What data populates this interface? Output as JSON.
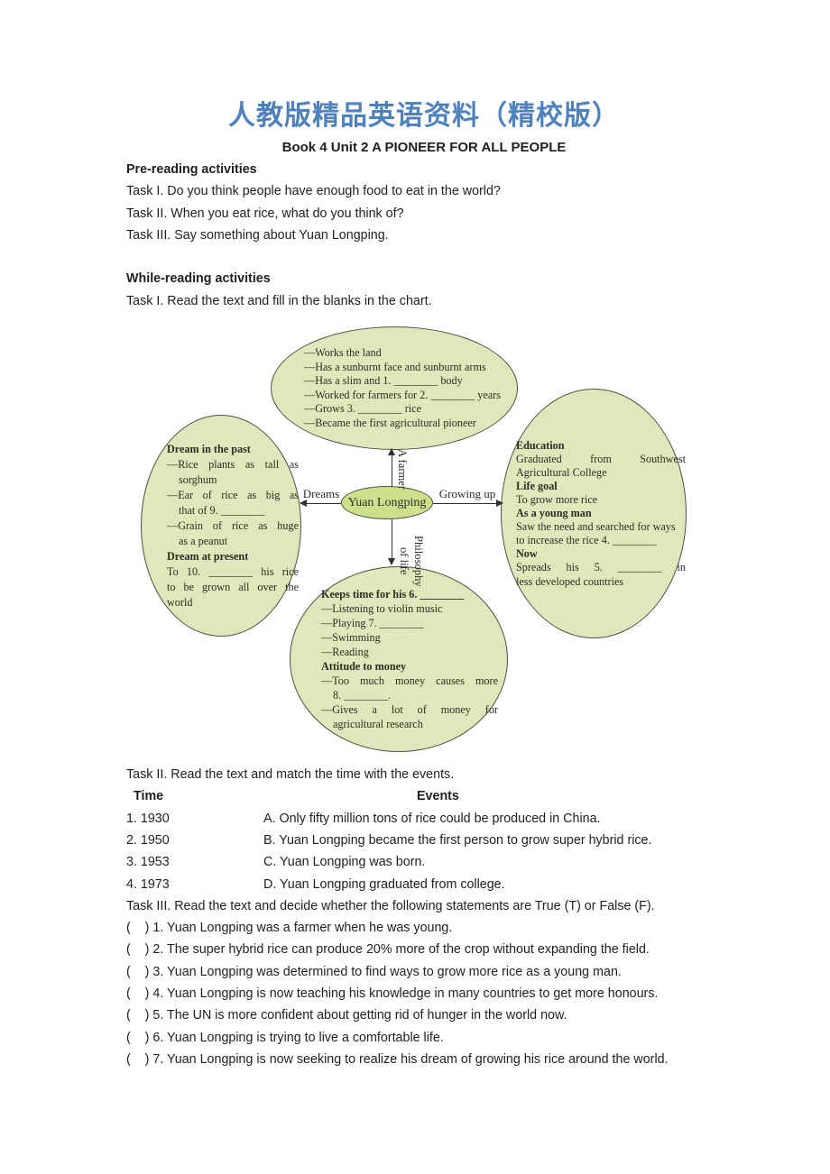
{
  "colors": {
    "title_blue": "#4f81bd",
    "ellipse_fill": "#dfe8ba",
    "center_ellipse_fill": "#cde08b",
    "ellipse_border": "#4f4f45",
    "body_text": "#1f1f1f"
  },
  "header": {
    "title": "人教版精品英语资料（精校版）",
    "subtitle": "Book 4 Unit 2 A PIONEER FOR ALL PEOPLE"
  },
  "pre_reading": {
    "heading": "Pre-reading activities",
    "tasks": [
      "Task I. Do you think people have enough food to eat in the world?",
      "Task II. When you eat rice, what do you think of?",
      "Task III. Say something about Yuan Longping."
    ]
  },
  "while_reading": {
    "heading": "While-reading activities",
    "task1_intro": "Task I. Read the text and fill in the blanks in the chart."
  },
  "diagram": {
    "center_label": "Yuan Longping",
    "connectors": {
      "top": "A farmer",
      "left": "Dreams",
      "right": "Growing up",
      "bottom_line1": "Philosophy",
      "bottom_line2": "of life"
    },
    "ellipses": {
      "top": {
        "lines": [
          {
            "t": "—Works the land"
          },
          {
            "t": "—Has a sunburnt face and sunburnt arms"
          },
          {
            "t": "—Has a slim and 1. ________ body"
          },
          {
            "t": "—Worked for farmers for 2. ________ years"
          },
          {
            "t": "—Grows 3. ________ rice"
          },
          {
            "t": "—Became the first agricultural pioneer"
          }
        ]
      },
      "left": {
        "lines": [
          {
            "t": "Dream in the past",
            "b": true
          },
          {
            "t": "—Rice plants as tall as",
            "stretch": true
          },
          {
            "t": "sorghum",
            "indent": true
          },
          {
            "t": "—Ear of rice as big as",
            "stretch": true
          },
          {
            "t": "that of 9. ________",
            "indent": true
          },
          {
            "t": "—Grain of rice as huge",
            "stretch": true
          },
          {
            "t": "as a peanut",
            "indent": true
          },
          {
            "t": "Dream at present",
            "b": true
          },
          {
            "t": "To 10. ________ his rice",
            "stretch": true
          },
          {
            "t": "to be grown all over the",
            "stretch": true
          },
          {
            "t": "world"
          }
        ]
      },
      "right": {
        "lines": [
          {
            "t": "Education",
            "b": true
          },
          {
            "t": "Graduated from Southwest",
            "stretch": true
          },
          {
            "t": "Agricultural College"
          },
          {
            "t": "Life goal",
            "b": true
          },
          {
            "t": "To grow more rice"
          },
          {
            "t": "As a young man",
            "b": true
          },
          {
            "t": "Saw the need and searched for ways"
          },
          {
            "t": "to increase the rice 4. ________"
          },
          {
            "t": "Now",
            "b": true
          },
          {
            "t": "Spreads his 5. ________ in",
            "stretch": true
          },
          {
            "t": "less developed countries"
          }
        ]
      },
      "bottom": {
        "lines": [
          {
            "t": "Keeps time for his 6. ________",
            "b": true
          },
          {
            "t": "—Listening to violin music"
          },
          {
            "t": "—Playing 7. ________"
          },
          {
            "t": "—Swimming"
          },
          {
            "t": "—Reading"
          },
          {
            "t": "Attitude to money",
            "b": true
          },
          {
            "t": "—Too much money causes more",
            "stretch": true
          },
          {
            "t": "8. ________.",
            "indent": true
          },
          {
            "t": "—Gives a lot of money for",
            "stretch": true
          },
          {
            "t": "agricultural research",
            "indent": true
          }
        ]
      }
    }
  },
  "task2": {
    "intro": "Task II. Read the text and match the time with the events.",
    "time_header": "Time",
    "events_header": "Events",
    "rows": [
      {
        "time": "1. 1930",
        "event": "A. Only fifty million tons of rice could be produced in China."
      },
      {
        "time": "2. 1950",
        "event": "B. Yuan Longping became the first person to grow super hybrid rice."
      },
      {
        "time": "3. 1953",
        "event": "C. Yuan Longping was born."
      },
      {
        "time": "4. 1973",
        "event": "D. Yuan Longping graduated from college."
      }
    ]
  },
  "task3": {
    "intro": "Task III. Read the text and decide whether the following statements are True (T) or False (F).",
    "statements": [
      "(    ) 1. Yuan Longping was a farmer when he was young.",
      "(    ) 2. The super hybrid rice can produce 20% more of the crop without expanding the field.",
      "(    ) 3. Yuan Longping was determined to find ways to grow more rice as a young man.",
      "(    ) 4. Yuan Longping is now teaching his knowledge in many countries to get more honours.",
      "(    ) 5. The UN is more confident about getting rid of hunger in the world now.",
      "(    ) 6. Yuan Longping is trying to live a comfortable life.",
      "(    ) 7. Yuan Longping is now seeking to realize his dream of growing his rice around the world."
    ]
  }
}
